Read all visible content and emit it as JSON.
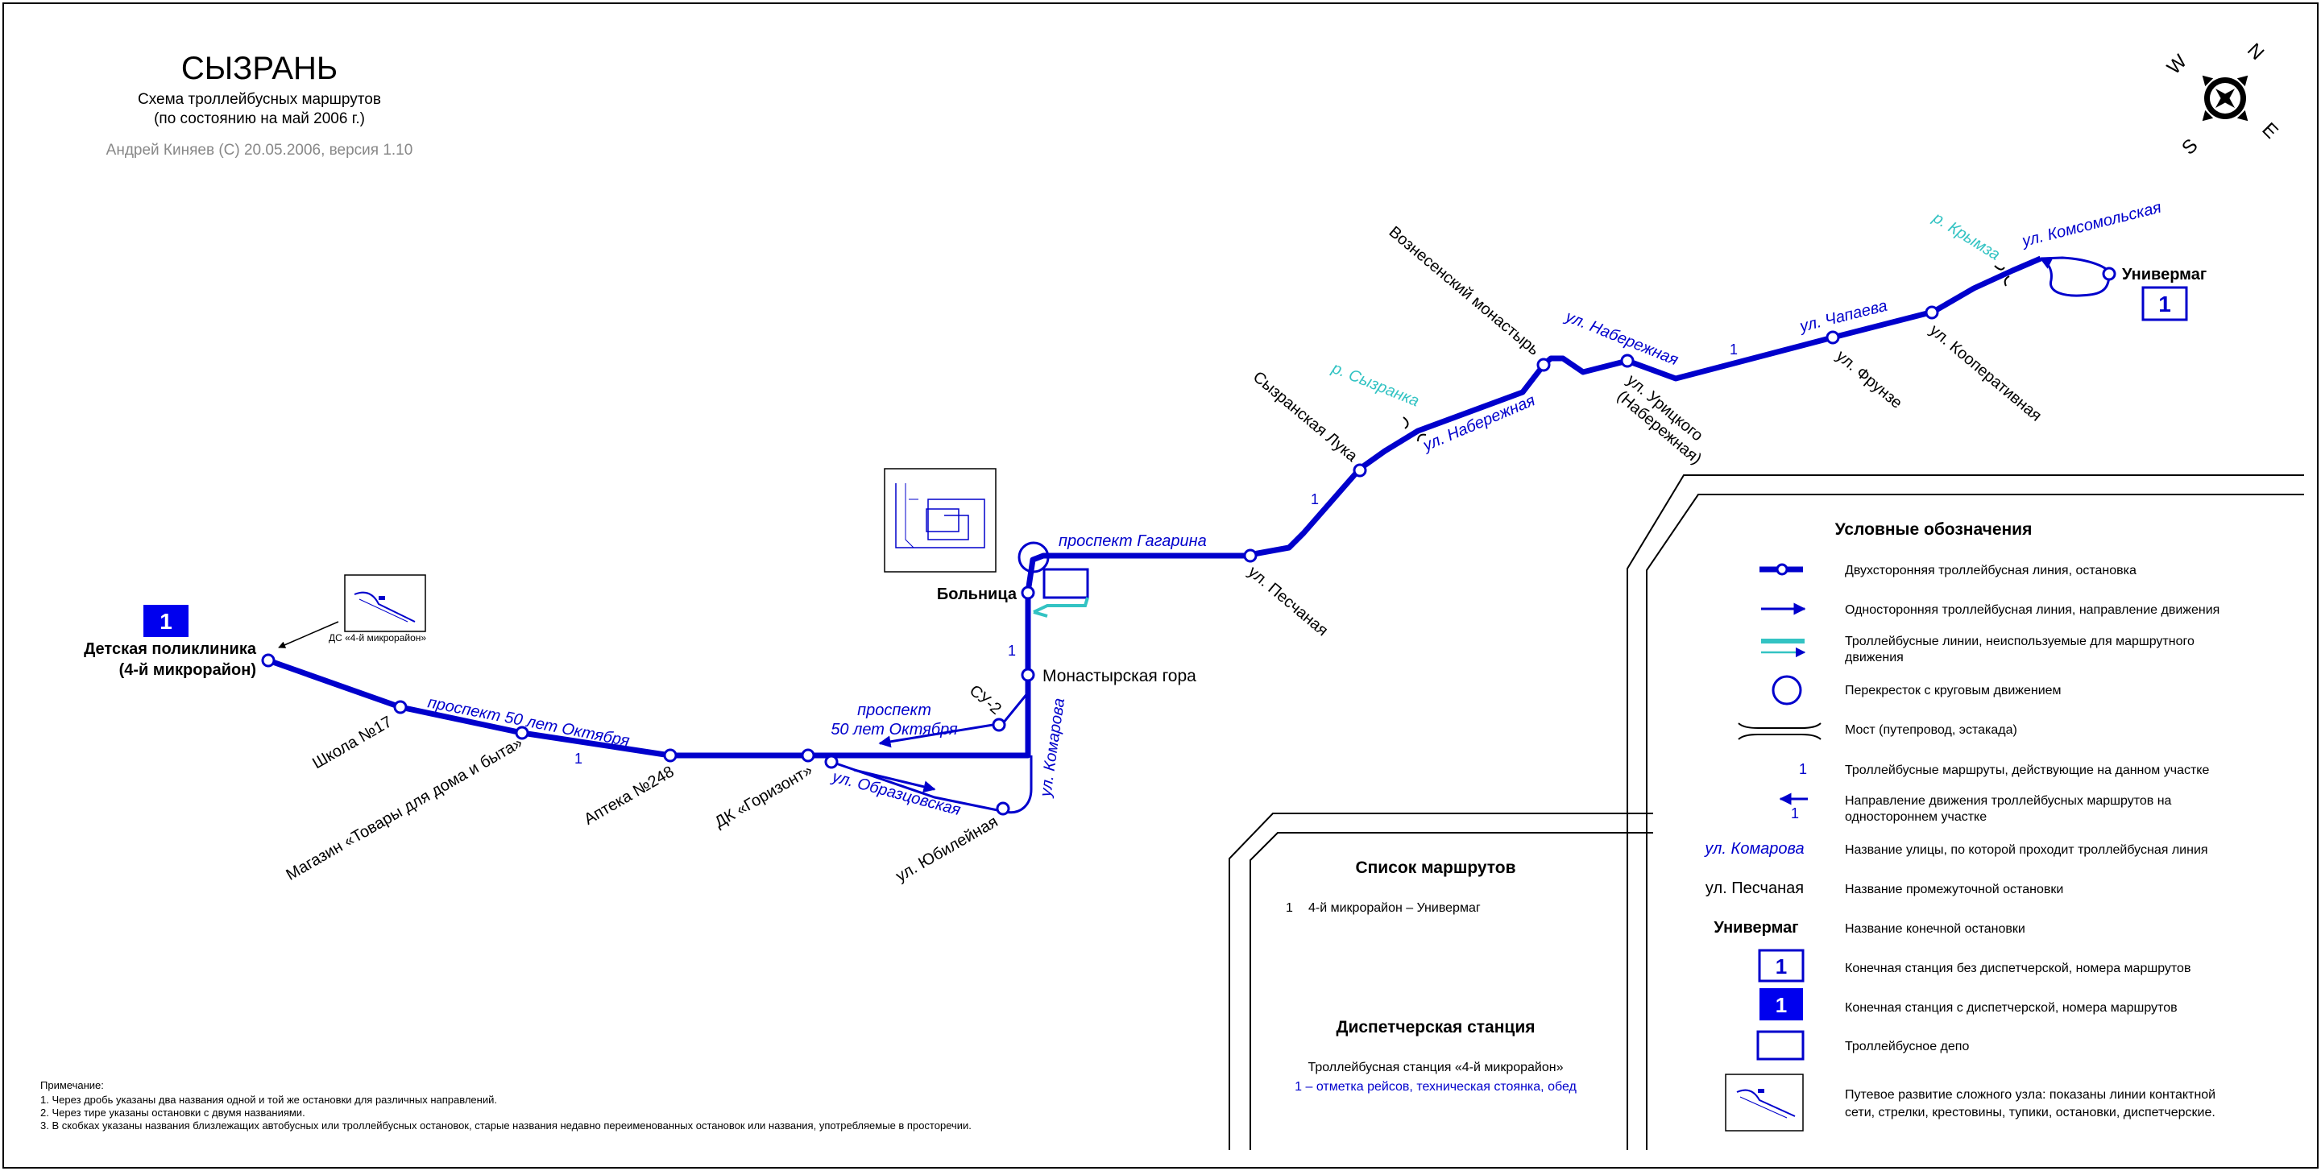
{
  "header": {
    "title": "СЫЗРАНЬ",
    "subtitle_1": "Схема троллейбусных маршрутов",
    "subtitle_2": "(по состоянию на май 2006 г.)",
    "author": "Андрей Киняев (C) 20.05.2006, версия 1.10"
  },
  "compass": {
    "n": "N",
    "e": "E",
    "s": "S",
    "w": "W"
  },
  "terminals": {
    "start_name_1": "Детская поликлиника",
    "start_name_2": "(4-й микрорайон)",
    "start_route": "1",
    "end_name": "Универмаг",
    "end_route": "1",
    "depot_inset_label": "ДС «4-й микрорайон»"
  },
  "stops": {
    "shkola": "Школа №17",
    "magazin": "Магазин «Товары для дома и быта»",
    "apteka": "Аптека №248",
    "dk": "ДК «Горизонт»",
    "yubileynaya": "ул. Юбилейная",
    "su2": "СУ-2",
    "monastyrskaya": "Монастырская гора",
    "bolnitsa": "Больница",
    "peschanaya": "ул. Песчаная",
    "syzranskaya_luka": "Сызранская Лука",
    "voznesensky": "Вознесенский монастырь",
    "uritskogo_1": "ул. Урицкого",
    "uritskogo_2": "(Набережная)",
    "frunze": "ул. Фрунзе",
    "kooperativnaya": "ул. Кооперативная"
  },
  "streets": {
    "pr50_main": "проспект 50 лет Октября",
    "pr50_a": "проспект",
    "pr50_b": "50 лет Октября",
    "obraztsovskaya": "ул. Образцовская",
    "komarova": "ул. Комарова",
    "gagarina": "проспект Гагарина",
    "naberezhnaya_1": "ул. Набережная",
    "naberezhnaya_2": "ул. Набережная",
    "chapaeva": "ул. Чапаева",
    "komsomolskaya": "ул. Комсомольская"
  },
  "rivers": {
    "syzranka": "р. Сызранка",
    "krymza": "р. Крымза"
  },
  "route_marks": {
    "m1": "1",
    "m2": "1",
    "m3": "1",
    "m4": "1"
  },
  "routes_box": {
    "title": "Список маршрутов",
    "route_num": "1",
    "route_desc": "4-й микрорайон – Универмаг"
  },
  "dispatch_box": {
    "title": "Диспетчерская станция",
    "line_1": "Троллейбусная станция «4-й микрорайон»",
    "line_2": "1 – отметка рейсов, техническая стоянка, обед"
  },
  "legend": {
    "title": "Условные обозначения",
    "items": [
      {
        "text_1": "Двухсторонняя троллейбусная линия, остановка"
      },
      {
        "text_1": "Односторонняя троллейбусная линия, направление движения"
      },
      {
        "text_1": "Троллейбусные линии, неиспользуемые для маршрутного",
        "text_2": "движения"
      },
      {
        "text_1": "Перекресток с круговым движением"
      },
      {
        "text_1": "Мост (путепровод, эстакада)"
      },
      {
        "sample": "1",
        "text_1": "Троллейбусные маршруты, действующие на данном участке"
      },
      {
        "sample": "1",
        "text_1": "Направление движения троллейбусных маршрутов на",
        "text_2": "одностороннем участке"
      },
      {
        "sample": "ул. Комарова",
        "text_1": "Название улицы, по которой проходит троллейбусная линия"
      },
      {
        "sample": "ул. Песчаная",
        "text_1": "Название промежуточной остановки"
      },
      {
        "sample": "Универмаг",
        "text_1": "Название конечной остановки"
      },
      {
        "sample": "1",
        "text_1": "Конечная станция без диспетчерской, номера маршрутов"
      },
      {
        "sample": "1",
        "text_1": "Конечная станция с диспетчерской, номера маршрутов"
      },
      {
        "text_1": "Троллейбусное депо"
      },
      {
        "text_1": "Путевое развитие сложного узла: показаны линии контактной",
        "text_2": "сети, стрелки, крестовины, тупики, остановки, диспетчерские."
      }
    ]
  },
  "notes": {
    "heading": "Примечание:",
    "n1": "1. Через дробь указаны два названия одной и той же остановки для различных направлений.",
    "n2": "2. Через тире указаны остановки с двумя названиями.",
    "n3": "3. В скобках указаны названия близлежащих автобусных или троллейбусных остановок, старые названия недавно переименованных остановок или названия, употребляемые в просторечии."
  },
  "colors": {
    "line": "#0000cc",
    "unused": "#33c3c3",
    "terminal_fill": "#0000ee"
  }
}
